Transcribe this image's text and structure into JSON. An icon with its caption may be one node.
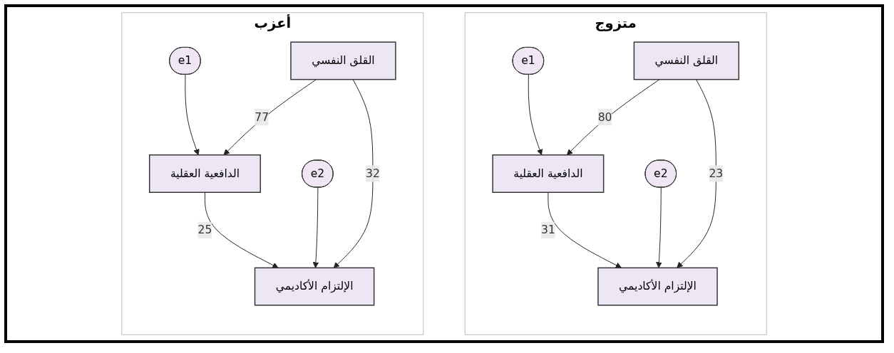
{
  "diagram": {
    "nodes": [
      {
        "text": [
          "متزوج"
        ]
      },
      {
        "text": [
          "e1"
        ],
        "in": 0
      },
      {
        "text": [
          "الدافعية العقلية"
        ],
        "in": 0
      },
      {
        "text": [
          "e2"
        ],
        "in": 0
      },
      {
        "text": [
          "الإلتزام الأكاديمي"
        ],
        "in": 0
      },
      {
        "text": [
          "القلق النفسي"
        ],
        "in": 0
      },
      {
        "text": [
          "أعزب"
        ]
      },
      {
        "text": [
          "e1"
        ],
        "in": 6
      },
      {
        "text": [
          "الدافعية العقلية"
        ],
        "in": 6
      },
      {
        "text": [
          "e2"
        ],
        "in": 6
      },
      {
        "text": [
          "الإلتزام الأكاديمي"
        ],
        "in": 6
      },
      {
        "text": [
          "القلق النفسي"
        ],
        "in": 6
      }
    ],
    "edges": [
      {
        "from": 1,
        "to": 2,
        "arrow": "to"
      },
      {
        "from": 2,
        "to": 4,
        "arrow": "to",
        "label": "31"
      },
      {
        "from": 5,
        "to": 2,
        "arrow": "to",
        "label": "80"
      },
      {
        "from": 3,
        "to": 4,
        "arrow": "to"
      },
      {
        "from": 5,
        "to": 4,
        "arrow": "to",
        "label": "23"
      },
      {
        "from": 7,
        "to": 8,
        "arrow": "to"
      },
      {
        "from": 8,
        "to": 10,
        "arrow": "to",
        "label": "25"
      },
      {
        "from": 11,
        "to": 8,
        "arrow": "to",
        "label": "77"
      },
      {
        "from": 9,
        "to": 10,
        "arrow": "to"
      },
      {
        "from": 11,
        "to": 10,
        "arrow": "to",
        "label": "32"
      }
    ]
  }
}
